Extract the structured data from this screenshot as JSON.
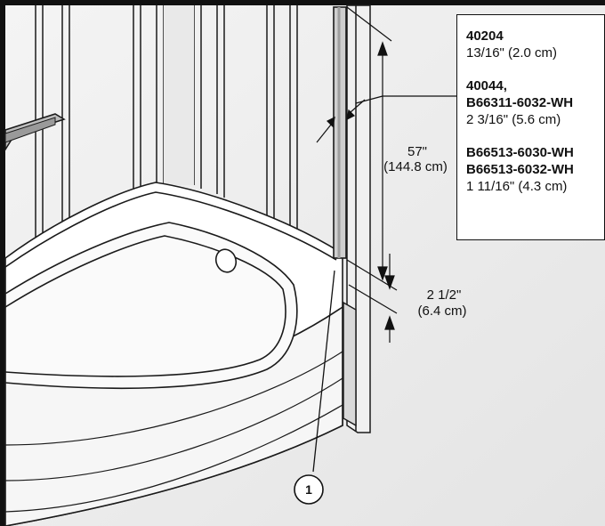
{
  "dimensions": {
    "height_imperial": "57\"",
    "height_metric": "(144.8 cm)",
    "gap_imperial": "2 1/2\"",
    "gap_metric": "(6.4 cm)"
  },
  "callout": {
    "number": "1"
  },
  "spec_table": [
    {
      "parts": [
        "40204"
      ],
      "size": "13/16\" (2.0 cm)"
    },
    {
      "parts": [
        "40044,",
        "B66311-6032-WH"
      ],
      "size": "2 3/16\" (5.6 cm)"
    },
    {
      "parts": [
        "B66513-6030-WH",
        "B66513-6032-WH"
      ],
      "size": "1 11/16\" (4.3 cm)"
    }
  ],
  "colors": {
    "frame": "#111111",
    "wall_fill": "#eeeeee",
    "panel_shade": "#d8d8d8",
    "tub_fill": "#ffffff",
    "line": "#1a1a1a"
  }
}
